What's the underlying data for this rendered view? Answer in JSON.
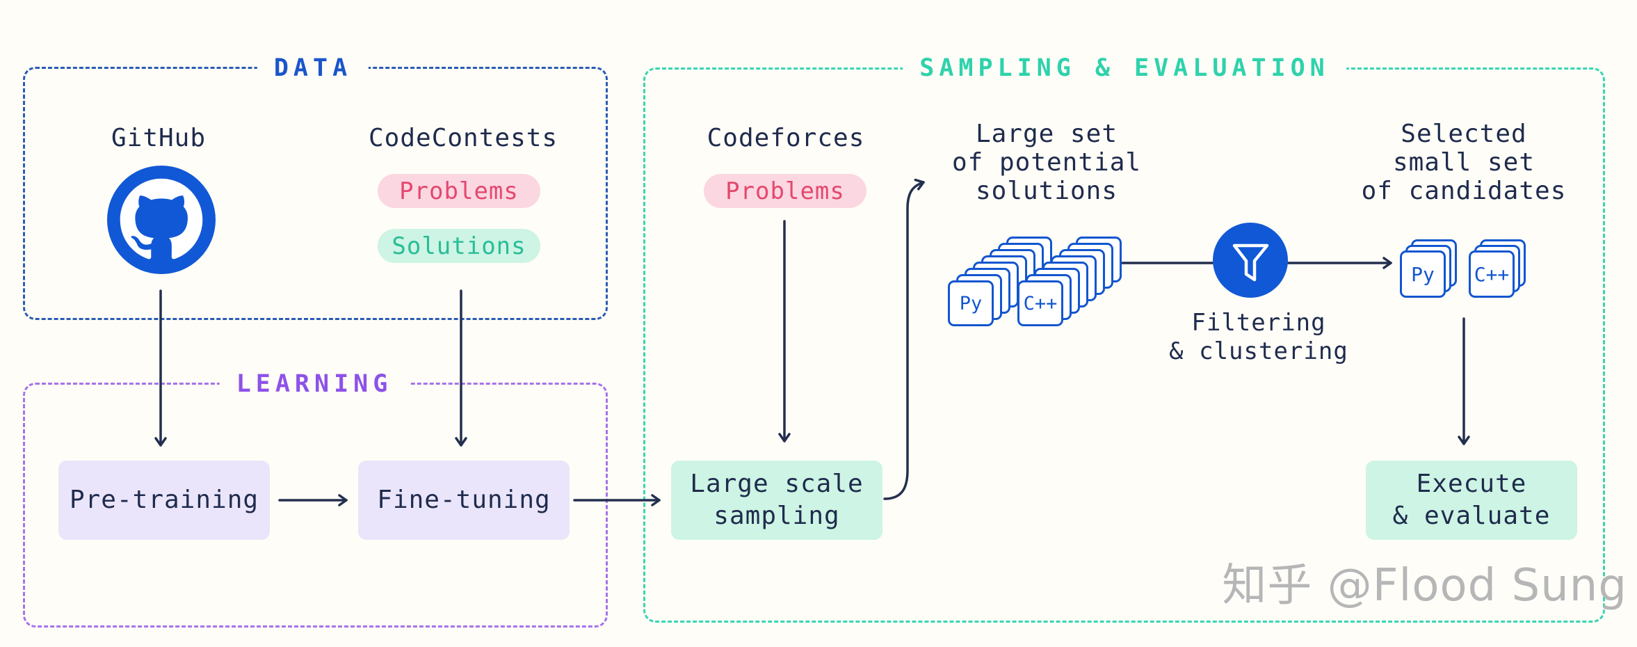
{
  "sections": {
    "data": {
      "title": "DATA",
      "github_label": "GitHub",
      "github_icon": "github-octocat-icon",
      "codecontests_label": "CodeContests",
      "problems_pill": "Problems",
      "solutions_pill": "Solutions"
    },
    "learning": {
      "title": "LEARNING",
      "pretraining_box": "Pre-training",
      "finetuning_box": "Fine-tuning"
    },
    "sampling": {
      "title": "SAMPLING & EVALUATION",
      "codeforces_label": "Codeforces",
      "problems_pill": "Problems",
      "large_set_caption": "Large set\nof potential\nsolutions",
      "selected_caption": "Selected\nsmall set\nof candidates",
      "sampling_box": "Large scale\nsampling",
      "filter_icon": "funnel-icon",
      "filtering_caption": "Filtering\n& clustering",
      "execute_box": "Execute\n& evaluate",
      "stacks": {
        "large_py": {
          "label": "Py",
          "count": 8
        },
        "large_cpp": {
          "label": "C++",
          "count": 8
        },
        "small_py": {
          "label": "Py",
          "count": 3
        },
        "small_cpp": {
          "label": "C++",
          "count": 3
        }
      }
    }
  },
  "watermark": "知乎 @Flood Sung",
  "colors": {
    "background": "#fffdf7",
    "blue": "#1256cf",
    "data_border": "#2a5cb5",
    "data_title": "#1a55cb",
    "navy_text": "#1f2b4d",
    "purple": "#a473eb",
    "lavender_box_bg": "#eae5fa",
    "teal": "#38d5b2",
    "mint_box_bg": "#cdf4e4",
    "pink_pill_bg": "#fbd7e1",
    "pink_pill_text": "#e4486e",
    "green_pill_text": "#29bd97",
    "arrow": "#232f4f",
    "watermark_gray": "#b6b6b6"
  }
}
